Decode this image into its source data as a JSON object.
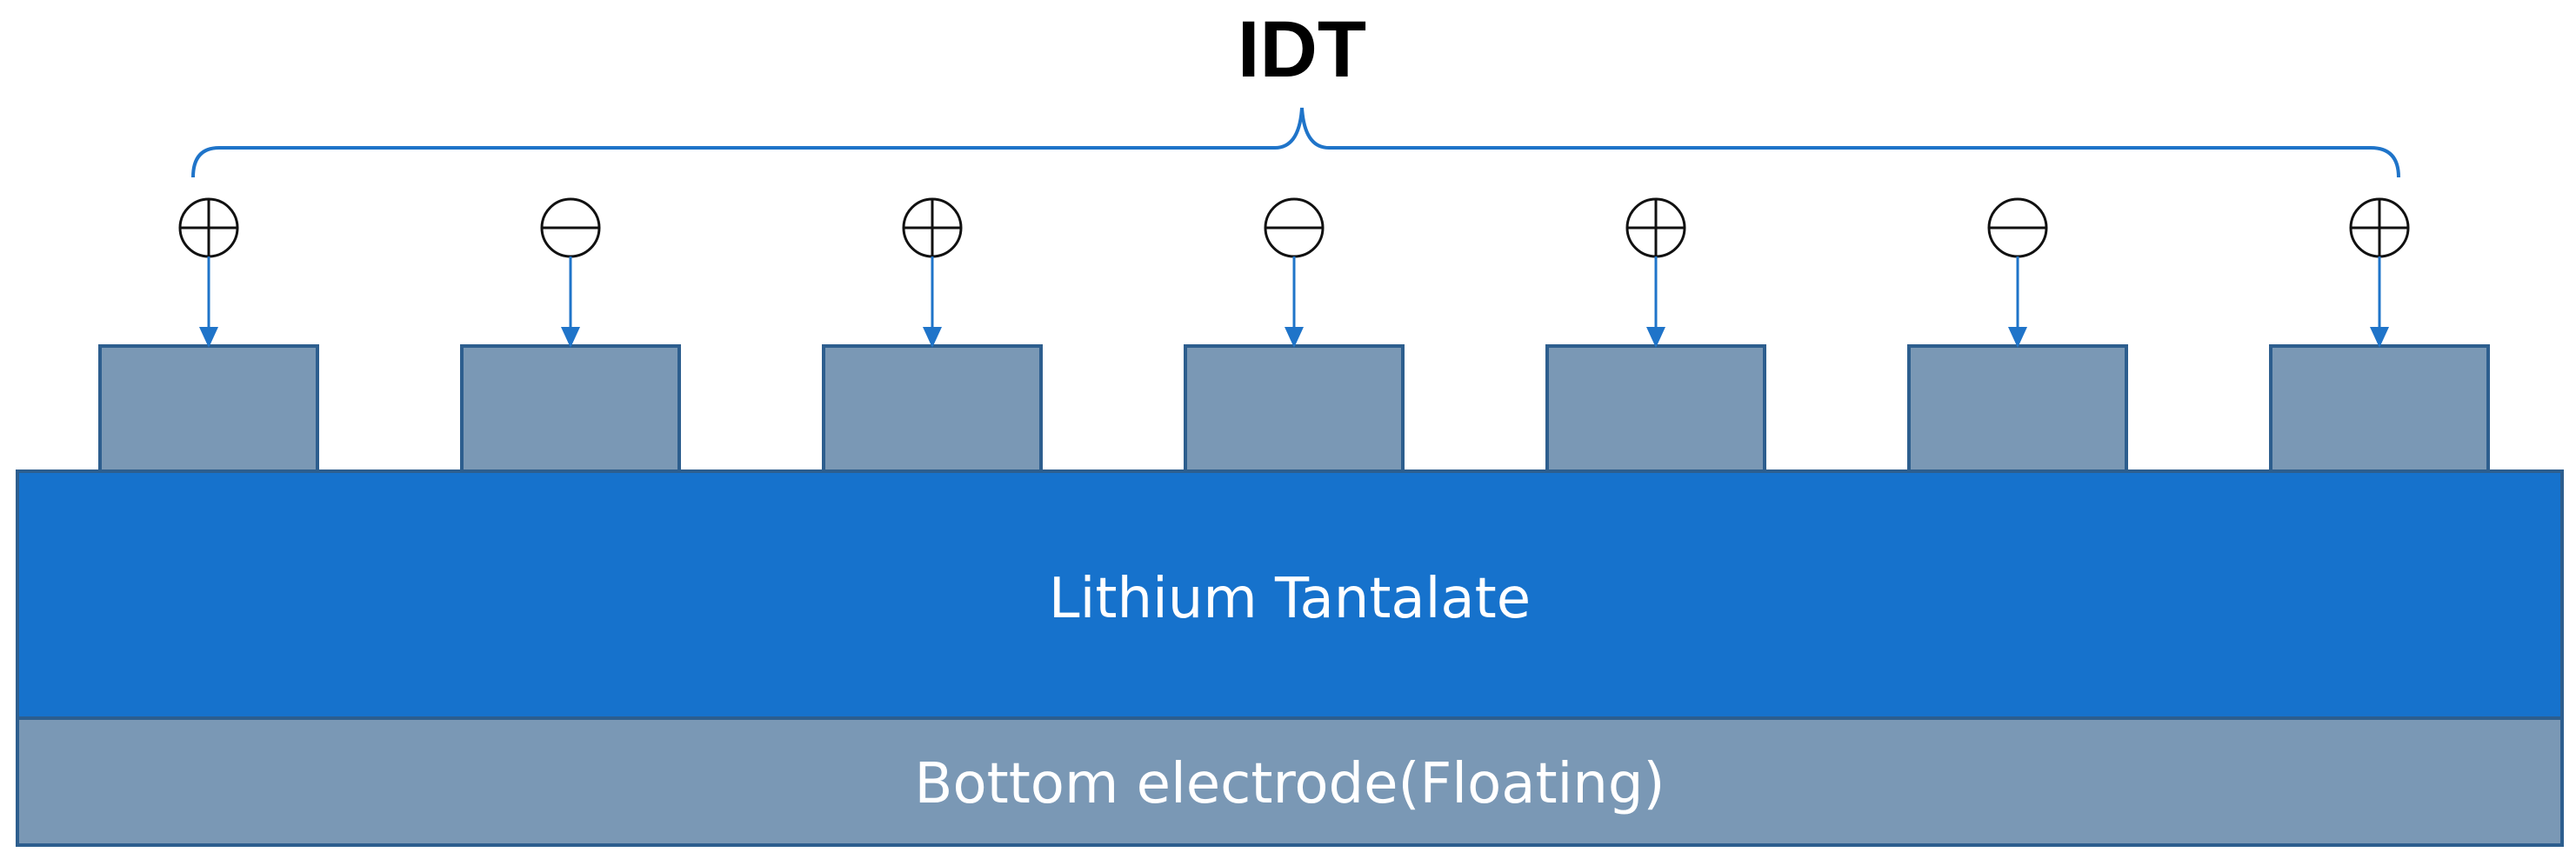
{
  "title": "IDT",
  "layers": {
    "substrate": "Lithium Tantalate",
    "bottom": "Bottom electrode(Floating)"
  },
  "electrodes": [
    {
      "polarity": "plus"
    },
    {
      "polarity": "minus"
    },
    {
      "polarity": "plus"
    },
    {
      "polarity": "minus"
    },
    {
      "polarity": "plus"
    },
    {
      "polarity": "minus"
    },
    {
      "polarity": "plus"
    }
  ],
  "colors": {
    "electrode": "#7a98b5",
    "substrate": "#1672cc",
    "bottom": "#7a98b5",
    "outline": "#2d5e8e",
    "connector": "#1f74c9",
    "label": "#ffffff",
    "title": "#000000"
  }
}
